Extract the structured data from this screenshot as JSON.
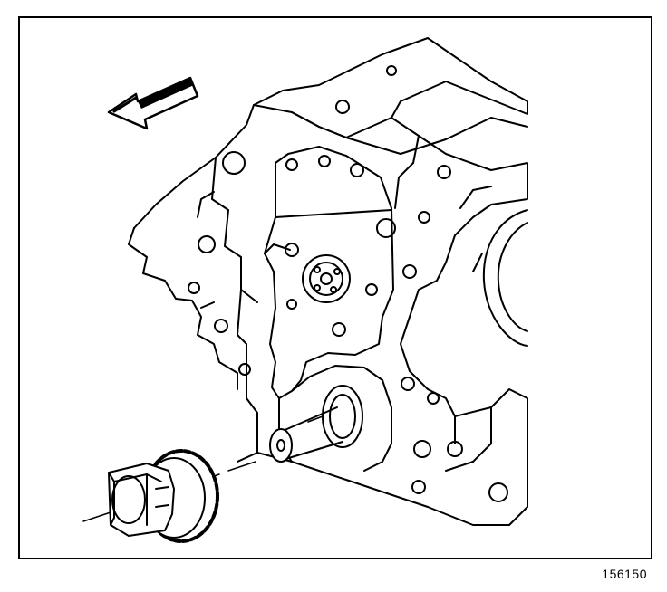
{
  "figure": {
    "number": "156150",
    "components": [
      {
        "name": "engine-block",
        "kind": "line-drawing"
      },
      {
        "name": "crankshaft-nose",
        "kind": "line-drawing"
      },
      {
        "name": "crankshaft-sprocket",
        "kind": "line-drawing"
      },
      {
        "name": "direction-arrow",
        "kind": "arrow",
        "points": "toward-front"
      }
    ],
    "ink_color": "#000000",
    "paper_color": "#ffffff"
  }
}
